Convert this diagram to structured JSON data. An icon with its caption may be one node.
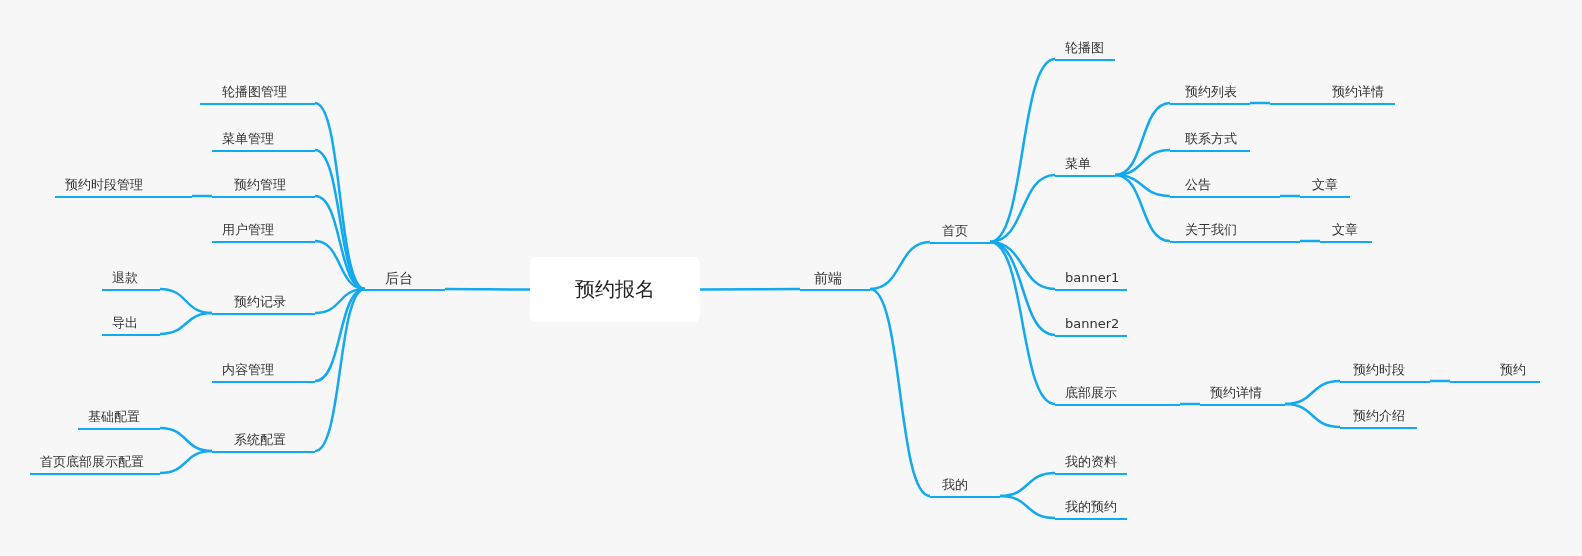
{
  "diagram": {
    "nodes": [
      {
        "text": [
          "预约报名"
        ]
      },
      {
        "text": [
          "后台"
        ]
      },
      {
        "text": [
          "轮播图管理"
        ]
      },
      {
        "text": [
          "菜单管理"
        ]
      },
      {
        "text": [
          "预约时段管理"
        ]
      },
      {
        "text": [
          "预约管理"
        ]
      },
      {
        "text": [
          "用户管理"
        ]
      },
      {
        "text": [
          "退款"
        ]
      },
      {
        "text": [
          "预约记录"
        ]
      },
      {
        "text": [
          "导出"
        ]
      },
      {
        "text": [
          "内容管理"
        ]
      },
      {
        "text": [
          "基础配置"
        ]
      },
      {
        "text": [
          "系统配置"
        ]
      },
      {
        "text": [
          "首页底部展示配置"
        ]
      },
      {
        "text": [
          "前端"
        ]
      },
      {
        "text": [
          "轮播图"
        ]
      },
      {
        "text": [
          "预约列表"
        ]
      },
      {
        "text": [
          "预约详情"
        ]
      },
      {
        "text": [
          "菜单"
        ]
      },
      {
        "text": [
          "联系方式"
        ]
      },
      {
        "text": [
          "公告"
        ]
      },
      {
        "text": [
          "文章"
        ]
      },
      {
        "text": [
          "首页"
        ]
      },
      {
        "text": [
          "关于我们"
        ]
      },
      {
        "text": [
          "文章"
        ]
      },
      {
        "text": [
          "banner1"
        ]
      },
      {
        "text": [
          "banner2"
        ]
      },
      {
        "text": [
          "预约时段"
        ]
      },
      {
        "text": [
          "预约"
        ]
      },
      {
        "text": [
          "底部展示"
        ]
      },
      {
        "text": [
          "预约详情"
        ]
      },
      {
        "text": [
          "预约介绍"
        ]
      },
      {
        "text": [
          "我的"
        ]
      },
      {
        "text": [
          "我的资料"
        ]
      },
      {
        "text": [
          "我的预约"
        ]
      }
    ],
    "edges": [
      {
        "from": 0,
        "to": 1,
        "arrow": "none"
      },
      {
        "from": 1,
        "to": 2,
        "arrow": "none"
      },
      {
        "from": 1,
        "to": 3,
        "arrow": "none"
      },
      {
        "from": 1,
        "to": 5,
        "arrow": "none"
      },
      {
        "from": 1,
        "to": 6,
        "arrow": "none"
      },
      {
        "from": 1,
        "to": 8,
        "arrow": "none"
      },
      {
        "from": 1,
        "to": 10,
        "arrow": "none"
      },
      {
        "from": 1,
        "to": 12,
        "arrow": "none"
      },
      {
        "from": 5,
        "to": 4,
        "arrow": "none"
      },
      {
        "from": 8,
        "to": 7,
        "arrow": "none"
      },
      {
        "from": 8,
        "to": 9,
        "arrow": "none"
      },
      {
        "from": 12,
        "to": 11,
        "arrow": "none"
      },
      {
        "from": 12,
        "to": 13,
        "arrow": "none"
      },
      {
        "from": 0,
        "to": 14,
        "arrow": "none"
      },
      {
        "from": 14,
        "to": 22,
        "arrow": "none"
      },
      {
        "from": 14,
        "to": 32,
        "arrow": "none"
      },
      {
        "from": 22,
        "to": 15,
        "arrow": "none"
      },
      {
        "from": 22,
        "to": 18,
        "arrow": "none"
      },
      {
        "from": 22,
        "to": 25,
        "arrow": "none"
      },
      {
        "from": 22,
        "to": 26,
        "arrow": "none"
      },
      {
        "from": 22,
        "to": 29,
        "arrow": "none"
      },
      {
        "from": 18,
        "to": 16,
        "arrow": "none"
      },
      {
        "from": 18,
        "to": 19,
        "arrow": "none"
      },
      {
        "from": 18,
        "to": 20,
        "arrow": "none"
      },
      {
        "from": 18,
        "to": 23,
        "arrow": "none"
      },
      {
        "from": 16,
        "to": 17,
        "arrow": "none"
      },
      {
        "from": 20,
        "to": 21,
        "arrow": "none"
      },
      {
        "from": 23,
        "to": 24,
        "arrow": "none"
      },
      {
        "from": 29,
        "to": 30,
        "arrow": "none"
      },
      {
        "from": 30,
        "to": 27,
        "arrow": "none"
      },
      {
        "from": 30,
        "to": 31,
        "arrow": "none"
      },
      {
        "from": 27,
        "to": 28,
        "arrow": "none"
      },
      {
        "from": 32,
        "to": 33,
        "arrow": "none"
      },
      {
        "from": 32,
        "to": 34,
        "arrow": "none"
      }
    ]
  }
}
